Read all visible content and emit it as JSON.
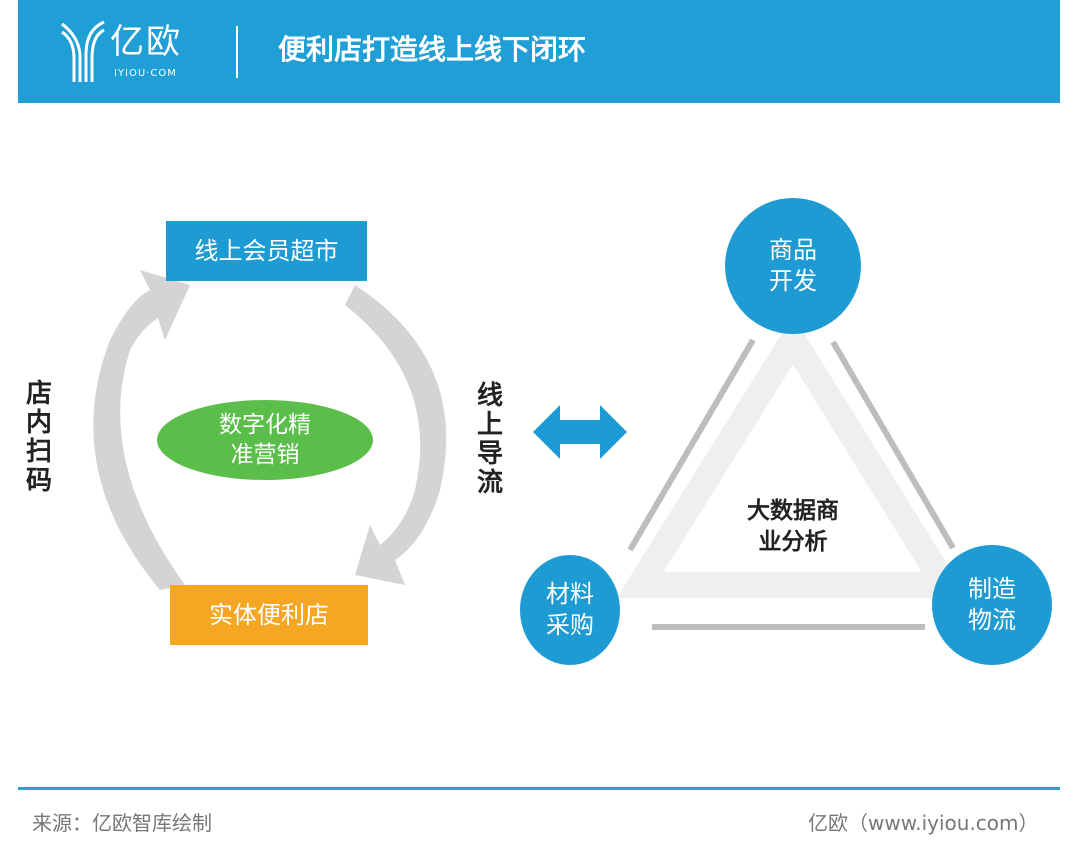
{
  "header": {
    "logo_text": "亿欧",
    "logo_sub": "IYIOU·COM",
    "title": "便利店打造线上线下闭环"
  },
  "cycle": {
    "top_box": "线上会员超市",
    "bottom_box": "实体便利店",
    "center": "数字化精准营销",
    "left_label": "店内扫码",
    "right_label": "线上导流"
  },
  "triangle": {
    "top": "商品开发",
    "left": "材料采购",
    "right": "制造物流",
    "center": "大数据商业分析"
  },
  "colors": {
    "blue": "#1f9fd5",
    "orange": "#f5a623",
    "green": "#5bbd4a",
    "gray": "#cfcfcf"
  },
  "footer": {
    "source": "来源：亿欧智库绘制",
    "site": "亿欧（www.iyiou.com）"
  }
}
